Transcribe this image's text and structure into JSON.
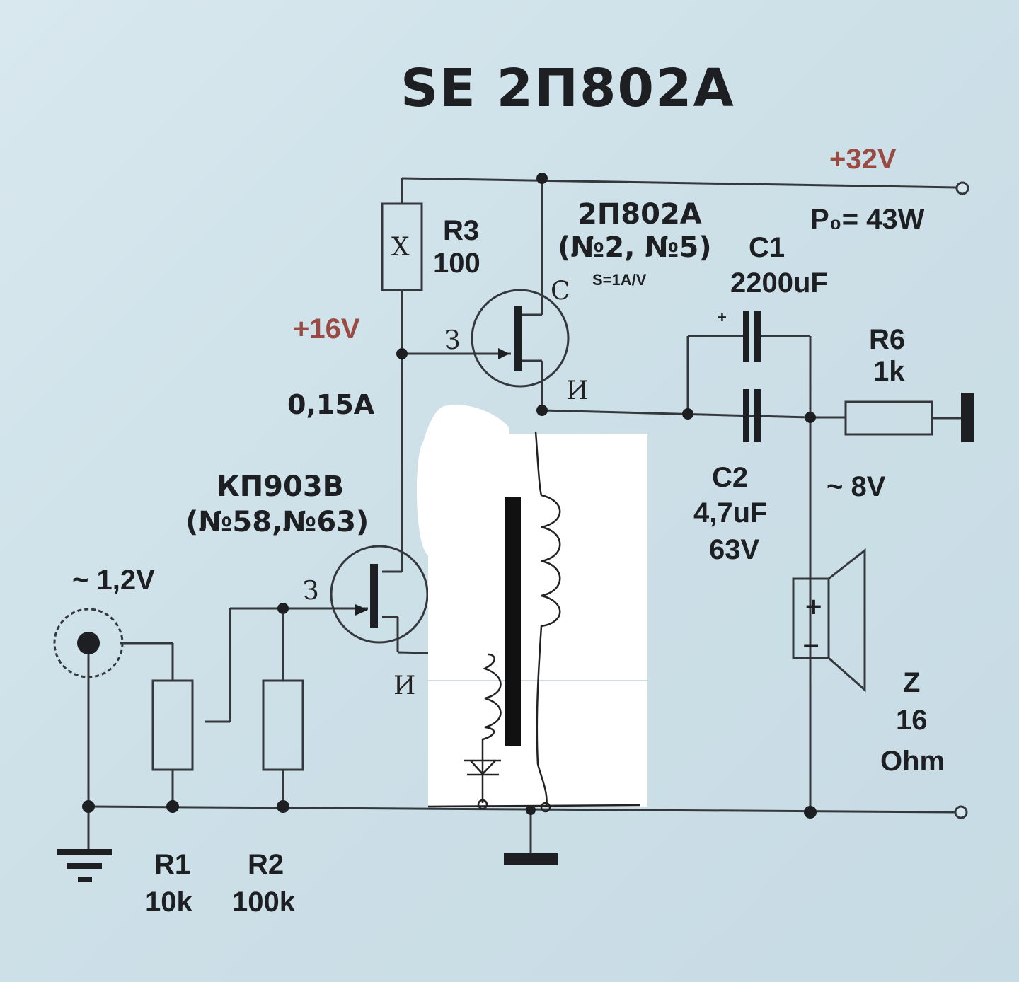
{
  "title": "SE  2П802А",
  "supply": {
    "voltage": "+32V",
    "power": "P₀= 43W"
  },
  "mid_voltage": "+16V",
  "current": "0,15А",
  "input": {
    "voltage": "~ 1,2V"
  },
  "output": {
    "voltage": "~ 8V"
  },
  "components": {
    "r3": {
      "name": "R3",
      "value": "100",
      "symbol": "X"
    },
    "q_output": {
      "type": "2П802А",
      "ids": "(№2, №5)",
      "param": "S=1A/V"
    },
    "q_input": {
      "type": "КП903В",
      "ids": "(№58,№63)"
    },
    "c1": {
      "name": "C1",
      "value": "2200uF",
      "polarity": "+"
    },
    "c2": {
      "name": "C2",
      "value": "4,7uF",
      "voltage": "63V"
    },
    "r6": {
      "name": "R6",
      "value": "1k"
    },
    "r1": {
      "name": "R1",
      "value": "10k"
    },
    "r2": {
      "name": "R2",
      "value": "100k"
    },
    "speaker": {
      "name": "Z",
      "value": "16",
      "unit": "Ohm",
      "plus": "+",
      "minus": "–"
    }
  },
  "pin_marks": {
    "gate": "З",
    "drain": "С",
    "source": "И"
  },
  "colors": {
    "paper": "#cfe2ea",
    "ink": "#1d1f22",
    "voltage_label": "#9a4a42",
    "patch": "#ffffff"
  }
}
